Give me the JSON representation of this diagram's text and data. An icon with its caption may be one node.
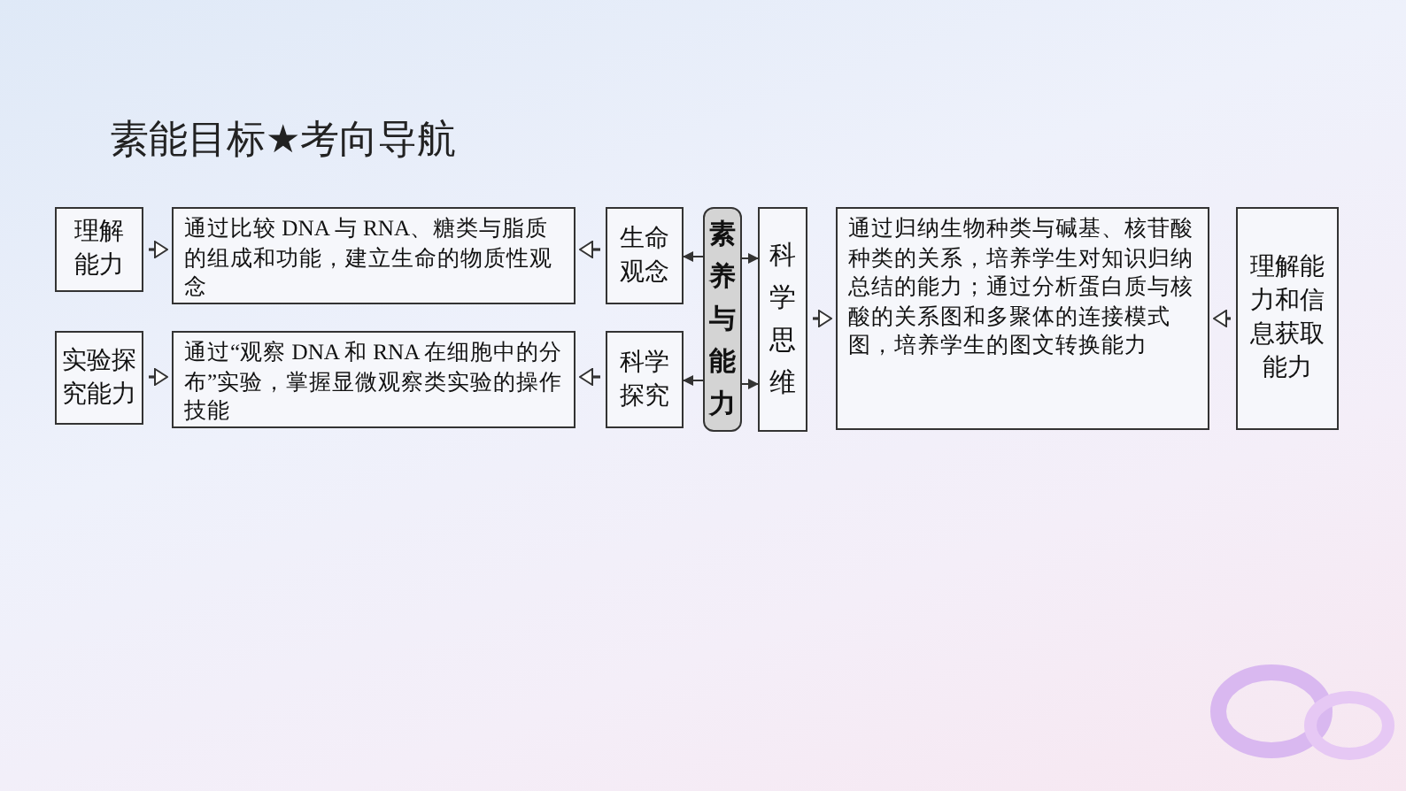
{
  "diagram": {
    "title": "素能目标★考向导航",
    "nodes": [
      {
        "text": [
          "理解能力"
        ]
      },
      {
        "text": [
          "通过比较 DNA 与 RNA、糖类与脂质的组成和功能，建立生命的物质性观念"
        ]
      },
      {
        "text": [
          "生命观念"
        ]
      },
      {
        "text": [
          "素养与能力"
        ]
      },
      {
        "text": [
          "科学思维"
        ]
      },
      {
        "text": [
          "通过归纳生物种类与碱基、核苷酸种类的关系，培养学生对知识归纳总结的能力；通过分析蛋白质与核酸的关系图和多聚体的连接模式图，培养学生的图文转换能力"
        ]
      },
      {
        "text": [
          "理解能力和信息获取能力"
        ]
      },
      {
        "text": [
          "实验探究能力"
        ]
      },
      {
        "text": [
          "通过“观察 DNA 和 RNA 在细胞中的分布”实验，掌握显微观察类实验的操作技能"
        ]
      },
      {
        "text": [
          "科学探究"
        ]
      }
    ],
    "edges": [
      {
        "from": 0,
        "to": 1,
        "arrow": "to"
      },
      {
        "from": 2,
        "to": 1,
        "arrow": "to"
      },
      {
        "from": 3,
        "to": 2,
        "arrow": "to"
      },
      {
        "from": 3,
        "to": 4,
        "arrow": "to"
      },
      {
        "from": 4,
        "to": 5,
        "arrow": "to"
      },
      {
        "from": 6,
        "to": 5,
        "arrow": "to"
      },
      {
        "from": 7,
        "to": 8,
        "arrow": "to"
      },
      {
        "from": 9,
        "to": 8,
        "arrow": "to"
      },
      {
        "from": 3,
        "to": 9,
        "arrow": "to"
      },
      {
        "from": 3,
        "to": 4,
        "arrow": "to"
      }
    ]
  }
}
